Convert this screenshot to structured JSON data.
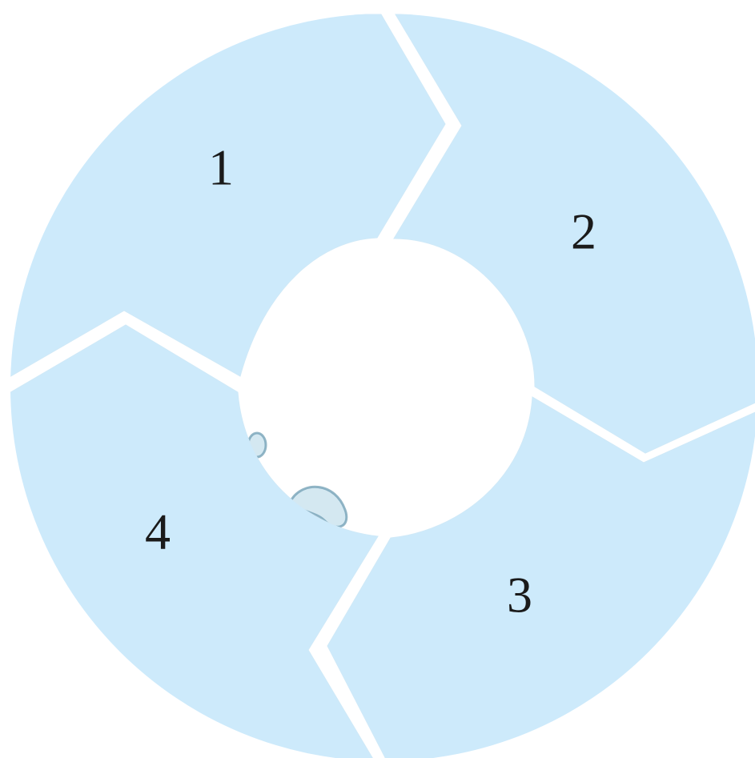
{
  "diagram": {
    "colors": {
      "segment_fill": "#cdeafb",
      "gap": "#ffffff",
      "label": "#1a1a1a",
      "droplet": "#6f9db3"
    },
    "segments": [
      {
        "label": "1"
      },
      {
        "label": "2"
      },
      {
        "label": "3"
      },
      {
        "label": "4"
      }
    ]
  }
}
